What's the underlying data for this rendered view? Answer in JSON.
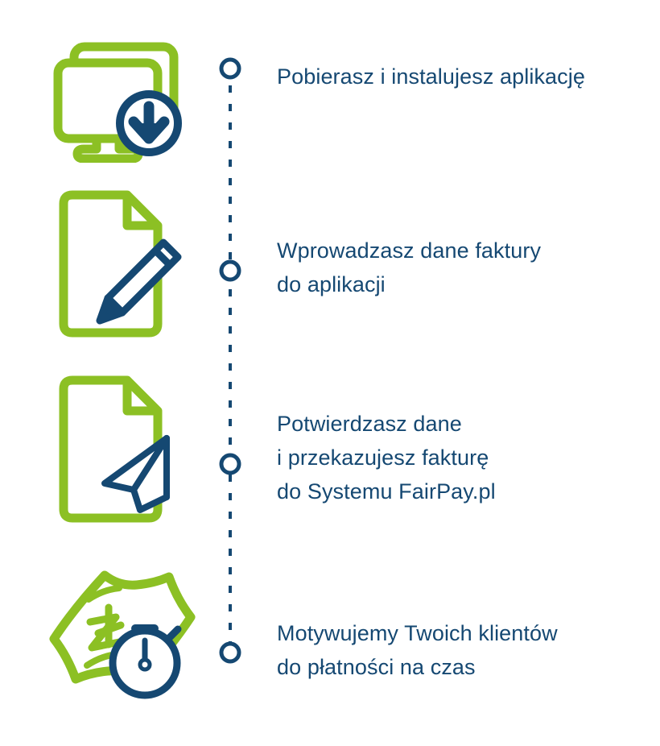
{
  "colors": {
    "green": "#8CC024",
    "navy": "#154872",
    "background": "#FFFFFF"
  },
  "timeline": {
    "line_style": "dashed",
    "line_color": "#154872",
    "marker_shape": "hollow-circle",
    "marker_count": 4
  },
  "steps": [
    {
      "index": 1,
      "icon_name": "monitor-download-icon",
      "icon_parts": [
        "monitor",
        "download-arrow-circle"
      ],
      "lines": [
        "Pobierasz i instalujesz aplikację"
      ]
    },
    {
      "index": 2,
      "icon_name": "document-pencil-icon",
      "icon_parts": [
        "document-folded-corner",
        "pencil"
      ],
      "lines": [
        "Wprowadzasz dane faktury",
        "do aplikacji"
      ]
    },
    {
      "index": 3,
      "icon_name": "document-paperplane-icon",
      "icon_parts": [
        "document-folded-corner",
        "paper-plane"
      ],
      "lines": [
        "Potwierdzasz dane",
        "i przekazujesz fakturę",
        "do Systemu FairPay.pl"
      ]
    },
    {
      "index": 4,
      "icon_name": "banknote-stopwatch-icon",
      "icon_parts": [
        "banknote-zloty",
        "stopwatch"
      ],
      "lines": [
        "Motywujemy Twoich klientów",
        "do płatności na czas"
      ]
    }
  ]
}
